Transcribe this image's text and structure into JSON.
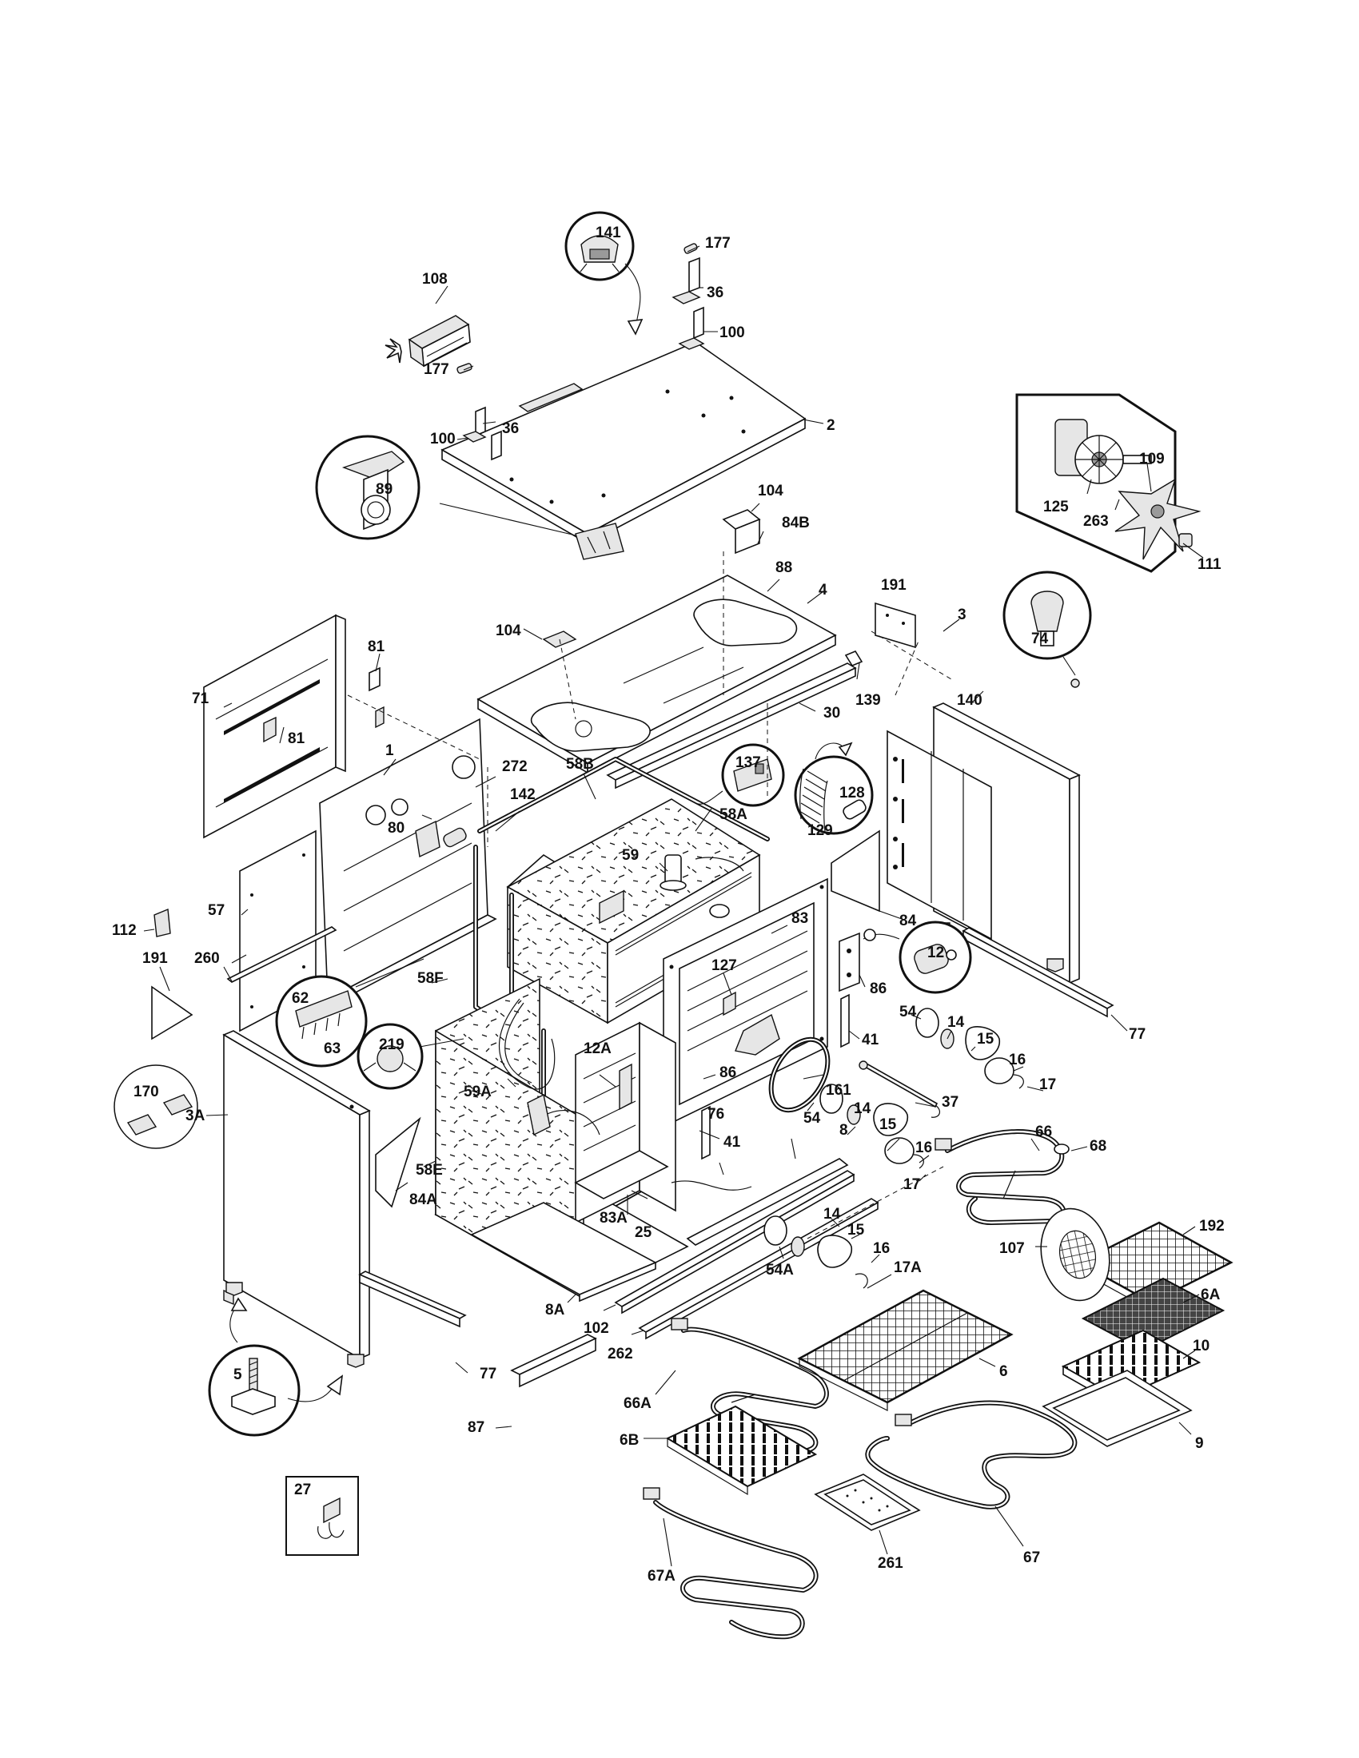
{
  "parts": {
    "p2": "2",
    "p3": "3",
    "p3A": "3A",
    "p4": "4",
    "p5": "5",
    "p6": "6",
    "p6A": "6A",
    "p6B": "6B",
    "p8": "8",
    "p8A": "8A",
    "p9": "9",
    "p10": "10",
    "p1": "1",
    "p12": "12",
    "p12A": "12A",
    "p14a": "14",
    "p14b": "14",
    "p14c": "14",
    "p15a": "15",
    "p15b": "15",
    "p15c": "15",
    "p16a": "16",
    "p16b": "16",
    "p16c": "16",
    "p17a": "17",
    "p17b": "17",
    "p17A": "17A",
    "p25": "25",
    "p27": "27",
    "p30": "30",
    "p36a": "36",
    "p36b": "36",
    "p37": "37",
    "p41a": "41",
    "p41b": "41",
    "p54a": "54",
    "p54b": "54",
    "p54A": "54A",
    "p57": "57",
    "p58A": "58A",
    "p58B": "58B",
    "p58E": "58E",
    "p58F": "58F",
    "p59": "59",
    "p59A": "59A",
    "p62": "62",
    "p63": "63",
    "p66": "66",
    "p66A": "66A",
    "p67": "67",
    "p67A": "67A",
    "p68": "68",
    "p71": "71",
    "p74": "74",
    "p76": "76",
    "p77a": "77",
    "p77b": "77",
    "p80": "80",
    "p81a": "81",
    "p81b": "81",
    "p83": "83",
    "p83A": "83A",
    "p84": "84",
    "p84A": "84A",
    "p84B": "84B",
    "p86a": "86",
    "p86b": "86",
    "p87": "87",
    "p88": "88",
    "p89": "89",
    "p100a": "100",
    "p100b": "100",
    "p102": "102",
    "p104a": "104",
    "p104b": "104",
    "p107": "107",
    "p108": "108",
    "p109": "109",
    "p111": "111",
    "p112": "112",
    "p125": "125",
    "p127": "127",
    "p128": "128",
    "p129": "129",
    "p137": "137",
    "p139": "139",
    "p140": "140",
    "p141": "141",
    "p142": "142",
    "p161": "161",
    "p170": "170",
    "p177a": "177",
    "p177b": "177",
    "p191a": "191",
    "p191b": "191",
    "p192": "192",
    "p219": "219",
    "p260": "260",
    "p261": "261",
    "p262": "262",
    "p263": "263",
    "p272": "272"
  }
}
